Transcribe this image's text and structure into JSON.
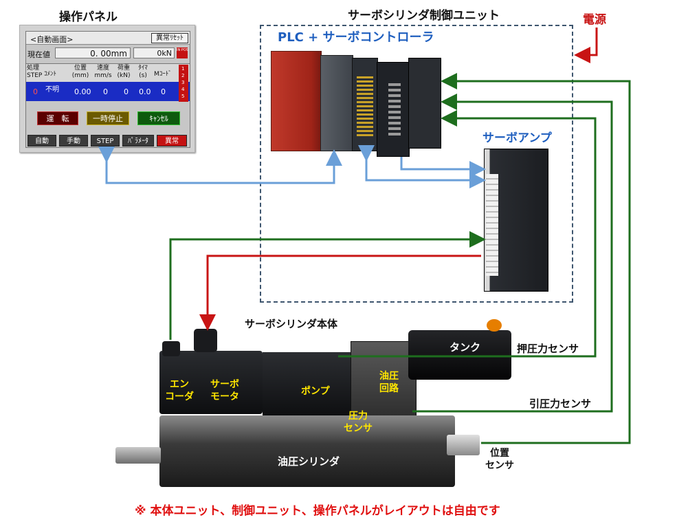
{
  "titles": {
    "panel": "操作パネル",
    "control_unit": "サーボシリンダ制御ユニット",
    "power": "電源",
    "plc": "PLC + サーボコントローラ",
    "amp": "サーボアンプ",
    "body": "サーボシリンダ本体"
  },
  "panel": {
    "screen_name": "<自動画面>",
    "reset_button": "異常ﾘｾｯﾄ",
    "current_label": "現在値",
    "position_value": "0. 00mm",
    "force_value": "0kN",
    "in_pos_badge": "IN POS",
    "table_headers": [
      "処理 STEP",
      "ｺﾒﾝﾄ",
      "位置 (mm)",
      "速度 mm/s",
      "荷重 (kN)",
      "ﾀｲﾏ (s)",
      "Mｺｰﾄﾞ"
    ],
    "table_values": [
      "0",
      "不明",
      "0.00",
      "0",
      "0",
      "0.0",
      "0"
    ],
    "side_numbers": [
      "1",
      "2",
      "3",
      "4",
      "5"
    ],
    "run_button": "運　転",
    "pause_button": "一時停止",
    "cancel_button": "ｷｬﾝｾﾙ",
    "tabs": [
      "自動",
      "手動",
      "STEP",
      "ﾊﾟﾗﾒｰﾀ",
      "異常"
    ]
  },
  "components": {
    "tank": "タンク",
    "push_sensor": "押圧力センサ",
    "pull_sensor": "引圧力センサ",
    "encoder_1": "エン",
    "encoder_2": "コーダ",
    "servo_motor_1": "サーボ",
    "servo_motor_2": "モータ",
    "pump": "ポンプ",
    "hyd_circuit_1": "油圧",
    "hyd_circuit_2": "回路",
    "pressure_sensor_1": "圧力",
    "pressure_sensor_2": "センサ",
    "cylinder": "油圧シリンダ",
    "position_sensor_1": "位置",
    "position_sensor_2": "センサ"
  },
  "note": "※ 本体ユニット、制御ユニット、操作パネルがレイアウトは自由です",
  "colors": {
    "comm_line": "#6a9fd8",
    "signal_line": "#1e6e1e",
    "power_line": "#c81414",
    "unit_border": "#3d556e",
    "plc_blue": "#1f5fbf",
    "label_yellow": "#ffe600",
    "note_red": "#e01010"
  }
}
